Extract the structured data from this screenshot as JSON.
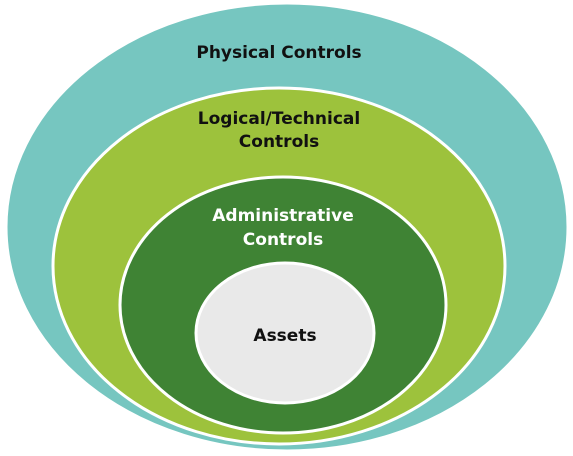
{
  "diagram": {
    "layers": [
      {
        "id": "physical",
        "label_lines": [
          "Physical Controls"
        ],
        "fill": "#76c6c0",
        "text_color": "#111111"
      },
      {
        "id": "logical",
        "label_lines": [
          "Logical/Technical",
          "Controls"
        ],
        "fill": "#9dc23c",
        "text_color": "#111111"
      },
      {
        "id": "administrative",
        "label_lines": [
          "Administrative",
          "Controls"
        ],
        "fill": "#3f8334",
        "text_color": "#ffffff"
      },
      {
        "id": "assets",
        "label_lines": [
          "Assets"
        ],
        "fill": "#e9e9e9",
        "text_color": "#111111"
      }
    ],
    "ring_outline_color": "#ffffff"
  }
}
